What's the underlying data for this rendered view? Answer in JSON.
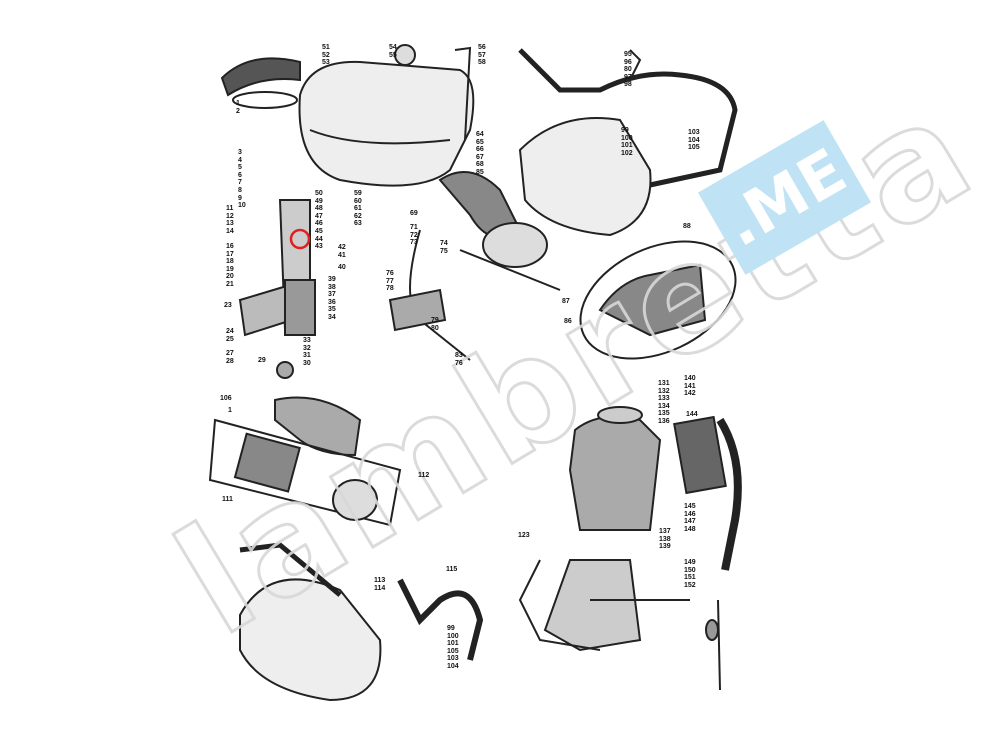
{
  "watermark": {
    "brand": "lambretta",
    "domain_badge": ".ME",
    "badge_color": "#bfe3f5"
  },
  "highlight_color": "#e02020",
  "labels": {
    "tank_a": [
      "51",
      "52",
      "53"
    ],
    "tank_b": [
      "54",
      "55"
    ],
    "tank_c": [
      "56",
      "57",
      "58"
    ],
    "seal": [
      "1",
      "2"
    ],
    "carb_top": [
      "3",
      "4",
      "5",
      "6",
      "7",
      "8",
      "9",
      "10"
    ],
    "carb_mid": [
      "11",
      "12",
      "13",
      "14"
    ],
    "carb_low": [
      "16",
      "17",
      "18",
      "19",
      "20",
      "21"
    ],
    "carb_23": [
      "23"
    ],
    "carb_24": [
      "24",
      "25"
    ],
    "carb_27": [
      "27",
      "28"
    ],
    "carb_29": [
      "29"
    ],
    "carb_right": [
      "50",
      "49",
      "48",
      "47",
      "46",
      "45",
      "44",
      "43"
    ],
    "carb_42": [
      "42",
      "41"
    ],
    "carb_40": [
      "40"
    ],
    "carb_39": [
      "39",
      "38",
      "37",
      "36",
      "35",
      "34"
    ],
    "carb_33": [
      "33",
      "32",
      "31",
      "30"
    ],
    "pipe_59": [
      "59",
      "60",
      "61",
      "62",
      "63"
    ],
    "hose_64": [
      "64",
      "65",
      "66",
      "67",
      "68",
      "85"
    ],
    "l69": [
      "69"
    ],
    "l71": [
      "71",
      "72",
      "73"
    ],
    "l74": [
      "74",
      "75"
    ],
    "l76": [
      "76",
      "77",
      "78"
    ],
    "l79": [
      "79",
      "80"
    ],
    "l83": [
      "83",
      "76"
    ],
    "l87": [
      "87"
    ],
    "l86": [
      "86"
    ],
    "exh_95": [
      "95",
      "96",
      "80",
      "97",
      "98"
    ],
    "exh_99": [
      "99",
      "100",
      "101",
      "102"
    ],
    "exh_103": [
      "103",
      "104",
      "105"
    ],
    "l88": [
      "88"
    ],
    "l106": [
      "106"
    ],
    "l1b": [
      "1"
    ],
    "l112": [
      "112"
    ],
    "l111": [
      "111"
    ],
    "l113": [
      "113",
      "114"
    ],
    "l115": [
      "115"
    ],
    "exh2_99": [
      "99",
      "100",
      "101",
      "105",
      "103",
      "104"
    ],
    "l131": [
      "131",
      "132",
      "133",
      "134",
      "135",
      "136"
    ],
    "l137": [
      "137",
      "138",
      "139"
    ],
    "l123": [
      "123"
    ],
    "l140": [
      "140",
      "141",
      "142"
    ],
    "l144": [
      "144"
    ],
    "l145": [
      "145",
      "146",
      "147",
      "148"
    ],
    "l149": [
      "149",
      "150",
      "151",
      "152"
    ]
  }
}
